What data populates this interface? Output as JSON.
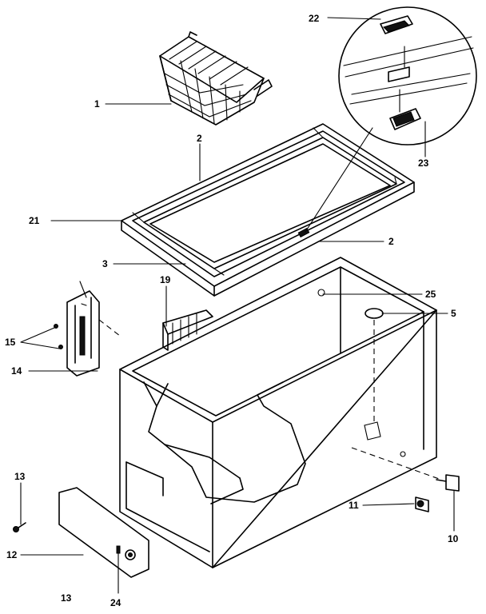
{
  "callouts": {
    "c1": "1",
    "c2a": "2",
    "c2b": "2",
    "c3": "3",
    "c5": "5",
    "c10": "10",
    "c11": "11",
    "c12": "12",
    "c13a": "13",
    "c13b": "13",
    "c14": "14",
    "c15": "15",
    "c19": "19",
    "c21": "21",
    "c22": "22",
    "c23": "23",
    "c24": "24",
    "c25": "25"
  }
}
